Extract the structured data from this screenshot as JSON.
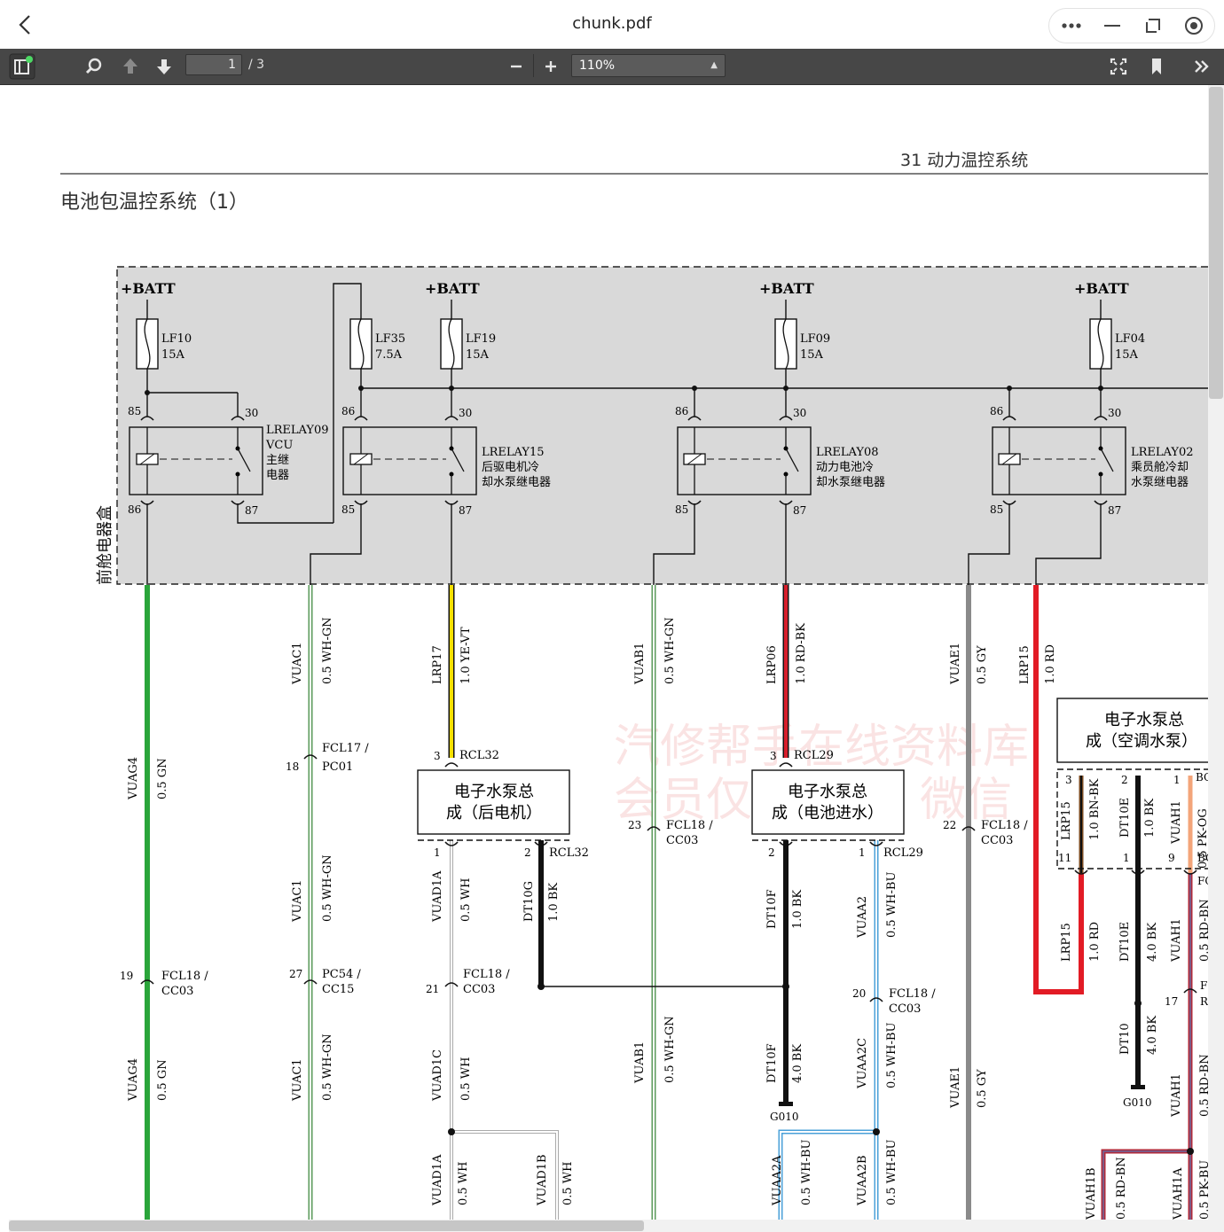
{
  "window": {
    "title": "chunk.pdf"
  },
  "toolbar": {
    "page_current": "1",
    "page_total": "/ 3",
    "zoom": "110%"
  },
  "document": {
    "section": "31 动力温控系统",
    "subtitle": "电池包温控系统（1）",
    "box_label": "前舱电器盒",
    "batt": [
      "+BATT",
      "+BATT",
      "+BATT",
      "+BATT"
    ],
    "fuses": [
      {
        "name": "LF10",
        "rating": "15A"
      },
      {
        "name": "LF35",
        "rating": "7.5A"
      },
      {
        "name": "LF19",
        "rating": "15A"
      },
      {
        "name": "LF09",
        "rating": "15A"
      },
      {
        "name": "LF04",
        "rating": "15A"
      }
    ],
    "relays": [
      {
        "id": "LRELAY09",
        "l1": "VCU",
        "l2": "主继",
        "l3": "电器"
      },
      {
        "id": "LRELAY15",
        "l1": "后驱电机冷",
        "l2": "却水泵继电器"
      },
      {
        "id": "LRELAY08",
        "l1": "动力电池冷",
        "l2": "却水泵继电器"
      },
      {
        "id": "LRELAY02",
        "l1": "乘员舱冷却",
        "l2": "水泵继电器"
      }
    ],
    "pins": {
      "p85": "85",
      "p86": "86",
      "p30": "30",
      "p87": "87"
    },
    "pumps": [
      {
        "l1": "电子水泵总",
        "l2": "成（后电机）"
      },
      {
        "l1": "电子水泵总",
        "l2": "成（电池进水）"
      },
      {
        "l1": "电子水泵总",
        "l2": "成（空调水泵）"
      }
    ],
    "wires": {
      "vuag4": "VUAG4",
      "gn": "0.5 GN",
      "vuac1": "VUAC1",
      "whgn": "0.5 WH-GN",
      "lrp17": "LRP17",
      "yevt": "1.0 YE-VT",
      "vuab1": "VUAB1",
      "lrp06": "LRP06",
      "rdbk": "1.0 RD-BK",
      "vuae1": "VUAE1",
      "gy": "0.5 GY",
      "lrp15": "LRP15",
      "rd": "1.0 RD",
      "vuad1a": "VUAD1A",
      "wh": "0.5 WH",
      "dt10g": "DT10G",
      "bk1": "1.0 BK",
      "vuad1c": "VUAD1C",
      "vuad1b": "VUAD1B",
      "dt10f": "DT10F",
      "bk4": "4.0 BK",
      "vuaa2": "VUAA2",
      "whbu": "0.5 WH-BU",
      "vuaa2c": "VUAA2C",
      "vuaa2a": "VUAA2A",
      "vuaa2b": "VUAA2B",
      "bnbk": "1.0 BN-BK",
      "dt10e": "DT10E",
      "vuah1": "VUAH1",
      "pkog": "0.5 PK-OG",
      "dt10": "DT10",
      "rdbn": "0.5 RD-BN",
      "vuah1b": "VUAH1B",
      "vuah1a": "VUAH1A",
      "pkbu": "0.5 PK-BU"
    },
    "connectors": {
      "fcl17": "FCL17 /",
      "pc01": "PC01",
      "fcl18": "FCL18 /",
      "cc03": "CC03",
      "pc54": "PC54  /",
      "cc15": "CC15",
      "rcl32": "RCL32",
      "rcl29": "RCL29",
      "g010": "G010",
      "n18": "18",
      "n19": "19",
      "n27": "27",
      "n21": "21",
      "n23": "23",
      "n20": "20",
      "n22": "22",
      "n17": "17",
      "n1": "1",
      "n2": "2",
      "n3": "3",
      "n9": "9",
      "n11": "11",
      "bc": "BC",
      "fc": "FC",
      "f": "F",
      "r": "R"
    }
  }
}
